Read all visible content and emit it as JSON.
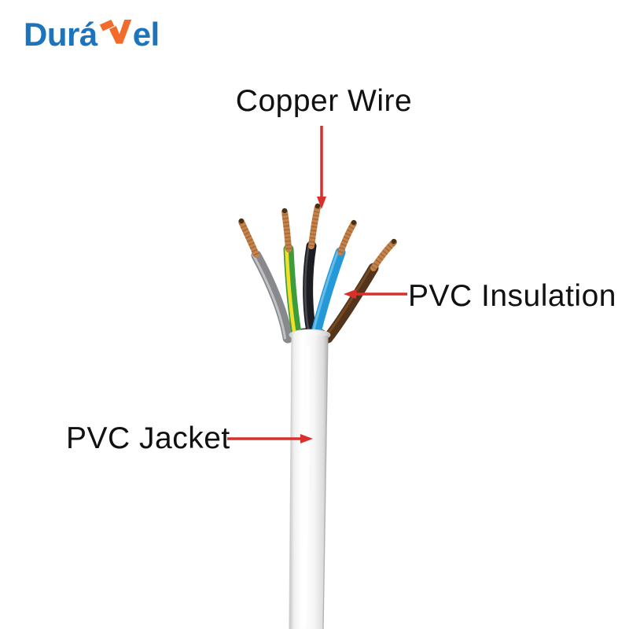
{
  "logo": {
    "text_before_v": "Durá",
    "text_after_v": "el",
    "blue": "#1b74bc",
    "orange": "#f26b2b"
  },
  "annotations": {
    "copper_wire": {
      "label": "Copper Wire"
    },
    "pvc_insulation": {
      "label": "PVC Insulation"
    },
    "pvc_jacket": {
      "label": "PVC Jacket"
    },
    "arrow_color": "#d9302c",
    "text_color": "#111111"
  },
  "cable": {
    "jacket_color": "#ffffff",
    "jacket_shade": "#c2c2c2",
    "mouth_shadow": "#3f3d36",
    "wires": [
      {
        "name": "gray",
        "color": "#87898d",
        "highlight": "#cbcdcf"
      },
      {
        "name": "green-yellow",
        "color": "#3d9c3c",
        "stripe": "#f2df28"
      },
      {
        "name": "black",
        "color": "#1b1d22",
        "highlight": "#55565c"
      },
      {
        "name": "blue",
        "color": "#2598d8",
        "highlight": "#74c2ec"
      },
      {
        "name": "brown",
        "color": "#54341a",
        "highlight": "#7e4f28"
      }
    ],
    "copper": {
      "color": "#c5824b",
      "strand": "#7e4b22",
      "tip": "#45301a"
    }
  }
}
